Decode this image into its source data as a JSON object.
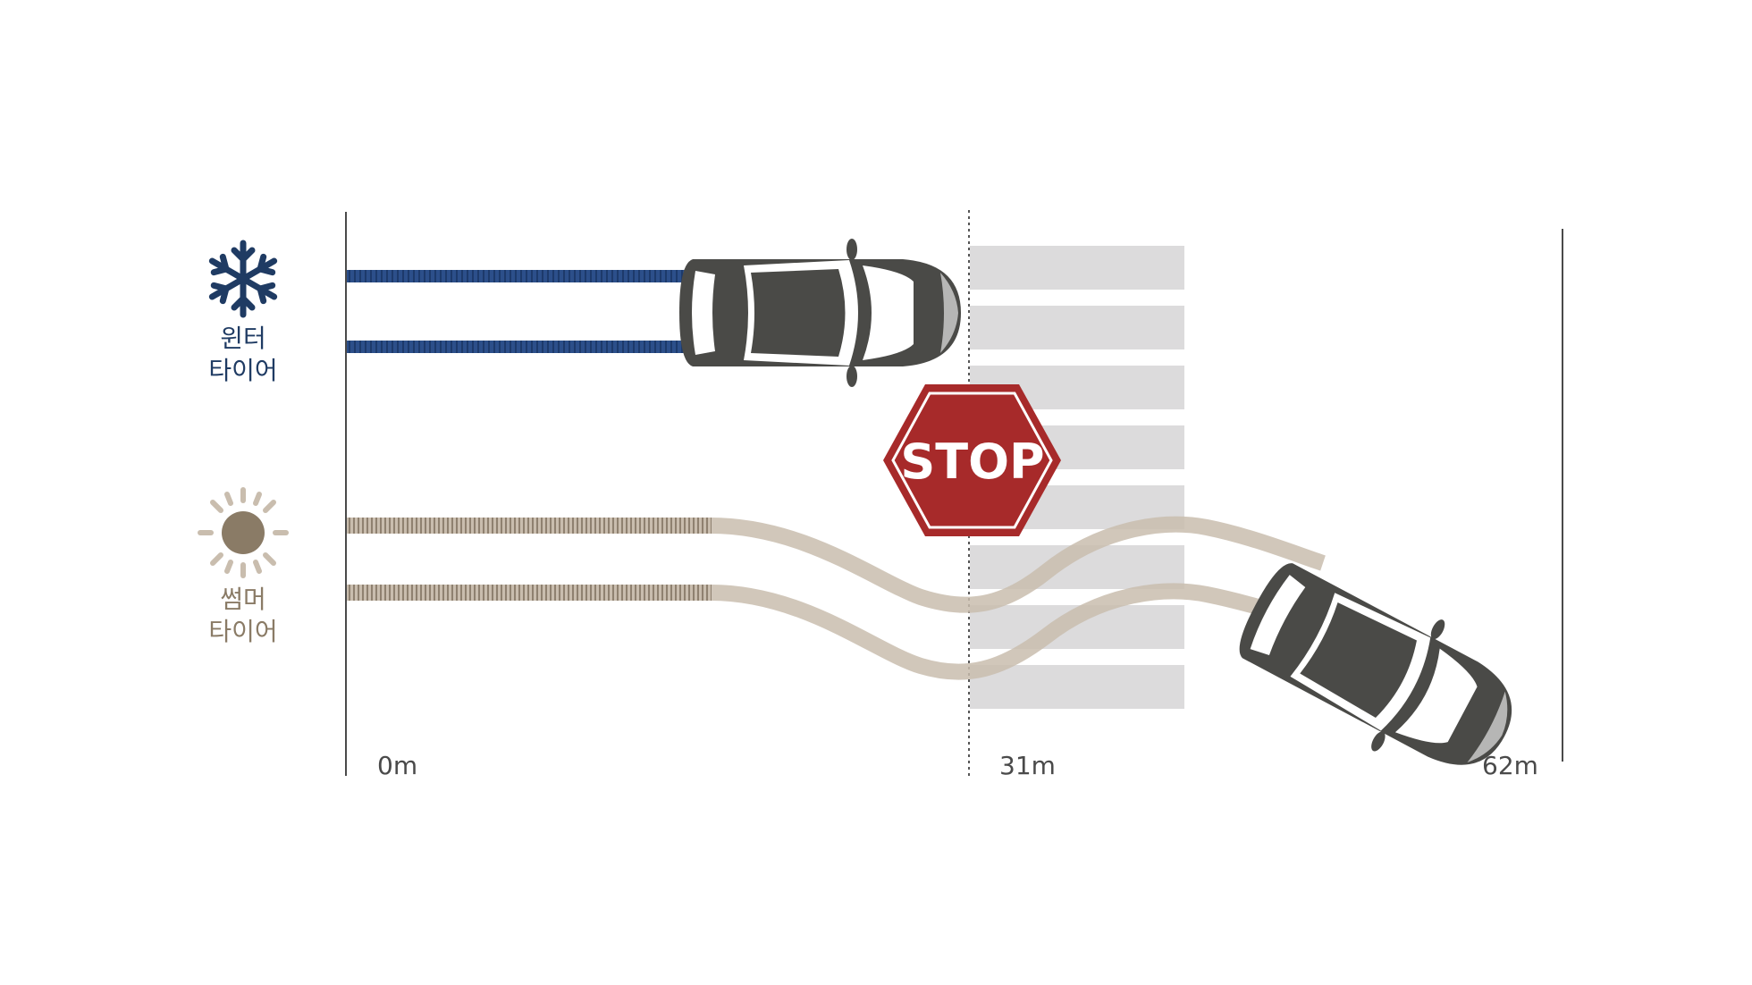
{
  "legend": {
    "winter": {
      "label_line1": "윈터",
      "label_line2": "타이어",
      "icon": "snowflake-icon",
      "color": "#1f3b63"
    },
    "summer": {
      "label_line1": "썸머",
      "label_line2": "타이어",
      "icon": "sun-icon",
      "color": "#8a7b66"
    }
  },
  "distance_markers": {
    "start": "0m",
    "mid": "31m",
    "end": "62m"
  },
  "stop_sign": {
    "text": "STOP",
    "color": "#a72a2a"
  },
  "colors": {
    "winter_track": "#2c4f8a",
    "summer_track": "#c9bdae",
    "summer_track_dark": "#8f8170",
    "car_body": "#4a4a47",
    "crosswalk": "#dcdbdc",
    "axis_line": "#4a4a4a"
  }
}
